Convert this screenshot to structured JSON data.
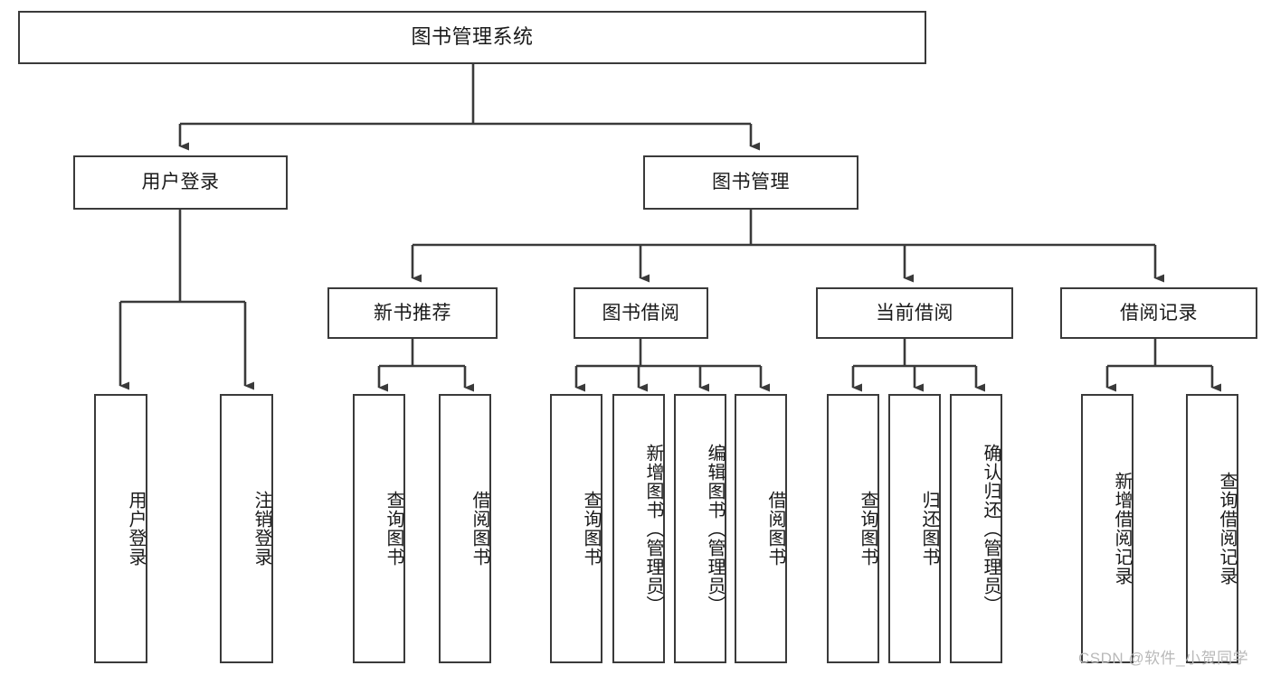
{
  "diagram": {
    "title": "图书管理系统",
    "type": "hierarchy-tree",
    "background_color": "#ffffff",
    "box_border_color": "#3a3a3a",
    "connector_color": "#3a3a3a",
    "text_color": "#1a1a1a"
  },
  "root": {
    "label": "图书管理系统"
  },
  "level1": [
    {
      "label": "用户登录"
    },
    {
      "label": "图书管理"
    }
  ],
  "level2": {
    "user_login_children": [
      {
        "label": "用户登录"
      },
      {
        "label": "注销登录"
      }
    ],
    "book_management_children": [
      {
        "label": "新书推荐"
      },
      {
        "label": "图书借阅"
      },
      {
        "label": "当前借阅"
      },
      {
        "label": "借阅记录"
      }
    ]
  },
  "level3": {
    "new_book_recommend_children": [
      {
        "label": "查询图书"
      },
      {
        "label": "借阅图书"
      }
    ],
    "book_borrow_children": [
      {
        "label": "查询图书"
      },
      {
        "label": "新增图书（管理员）"
      },
      {
        "label": "编辑图书（管理员）"
      },
      {
        "label": "借阅图书"
      }
    ],
    "current_borrow_children": [
      {
        "label": "查询图书"
      },
      {
        "label": "归还图书"
      },
      {
        "label": "确认归还（管理员）"
      }
    ],
    "borrow_record_children": [
      {
        "label": "新增借阅记录"
      },
      {
        "label": "查询借阅记录"
      }
    ]
  },
  "watermark": {
    "text": "CSDN @软件_小贺同学"
  }
}
